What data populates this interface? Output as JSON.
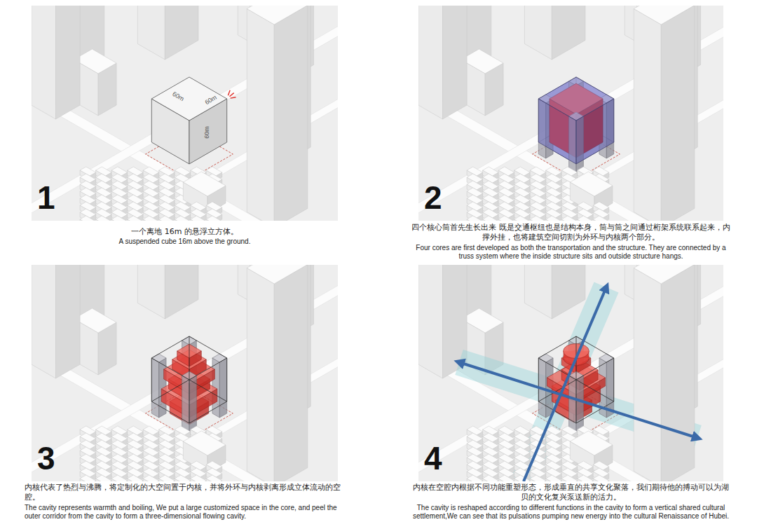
{
  "diagram": {
    "nodes": [
      {
        "text": [
          "1",
          "一个离地 16m 的悬浮立方体。",
          "A suspended cube 16m above the ground."
        ]
      },
      {
        "text": [
          "2",
          "四个核心筒首先生长出来 既是交通枢纽也是结构本身，筒与筒之间通过桁架系统联系起来，内撑外挂，也将建筑空间切割为外环与内核两个部分。",
          "Four cores are first developed as both the transportation and the structure. They are connected by a truss system where the inside structure sits and outside structure hangs."
        ]
      },
      {
        "text": [
          "3",
          "内核代表了热烈与沸腾，将定制化的大空间置于内核，并将外环与内核剥离形成立体流动的空腔。",
          "The cavity represents warmth and boiling, We put a large customized space in the core, and peel the outer corridor from the cavity to form a three-dimensional flowing cavity."
        ]
      },
      {
        "text": [
          "4",
          "内核在空腔内根据不同功能重塑形态，形成垂直的共享文化聚落，我们期待他的搏动可以为湖贝的文化复兴泵送新的活力。",
          "The cavity is reshaped according to different functions in the cavity to form a vertical shared cultural settlement,We can see that its pulsations pumping new energy into the cultural Renaissance of Hubei."
        ]
      }
    ],
    "labels": [
      "60m",
      "60m",
      "60m"
    ]
  }
}
